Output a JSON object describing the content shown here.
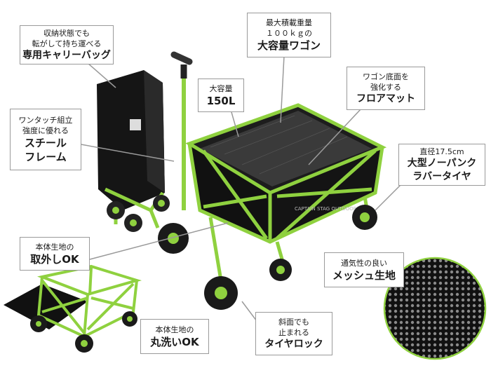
{
  "colors": {
    "frame": "#8fd13f",
    "fabric": "#111111",
    "callout_border": "#9a9a9a",
    "leader": "#9a9a9a"
  },
  "callouts": {
    "carry_bag": {
      "line1": "収納状態でも",
      "line2": "転がして持ち運べる",
      "line3": "専用キャリーバッグ"
    },
    "capacity_weight": {
      "line1": "最大積載重量",
      "line2": "１００ｋｇの",
      "line3": "大容量ワゴン"
    },
    "volume": {
      "line1": "大容量",
      "line2": "150L"
    },
    "floor_mat": {
      "line1": "ワゴン底面を",
      "line2": "強化する",
      "line3": "フロアマット"
    },
    "steel_frame": {
      "line1": "ワンタッチ組立",
      "line2": "強度に優れる",
      "line3": "スチール",
      "line4": "フレーム"
    },
    "tire": {
      "line1": "直径17.5cm",
      "line2": "大型ノーパンク",
      "line3": "ラバータイヤ"
    },
    "removable": {
      "line1": "本体生地の",
      "line2": "取外しOK"
    },
    "mesh": {
      "line1": "通気性の良い",
      "line2": "メッシュ生地"
    },
    "washable": {
      "line1": "本体生地の",
      "line2": "丸洗いOK"
    },
    "tire_lock": {
      "line1": "斜面でも",
      "line2": "止まれる",
      "line3": "タイヤロック"
    }
  },
  "product": {
    "brand_mark": "CAPTAIN STAG OUTDOOR"
  }
}
